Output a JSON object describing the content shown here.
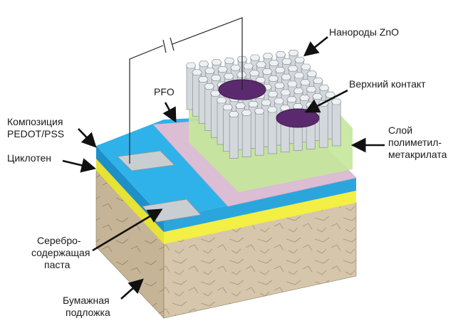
{
  "labels": {
    "zno_nanorods": "Нанороды ZnO",
    "top_contact": "Верхний контакт",
    "pfo": "PFO",
    "pedot_line1": "Композиция",
    "pedot_line2": "PEDOT/PSS",
    "cyclotene": "Циклотен",
    "pmma_line1": "Слой",
    "pmma_line2": "полиметил-",
    "pmma_line3": "метакрилата",
    "silver_line1": "Серебро-",
    "silver_line2": "содержащая",
    "silver_line3": "паста",
    "paper_line1": "Бумажная",
    "paper_line2": "подложка"
  },
  "colors": {
    "pedot_blue": "#29a9e1",
    "cyclotene_yellow": "#f2ee3c",
    "paper_beige": "#d8c8ae",
    "pfo_pink": "#d9b9d2",
    "pmma_green": "#c4e79a",
    "nanorod_gray": "#cfd4d8",
    "contact_purple": "#5b2a6e",
    "silver_paste": "#c9ced3"
  }
}
